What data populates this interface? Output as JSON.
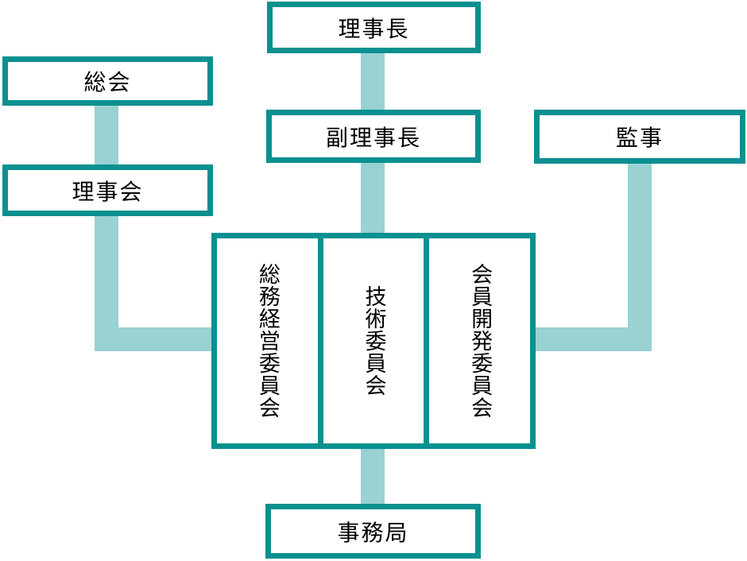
{
  "diagram": {
    "type": "organization-chart",
    "language": "ja",
    "colors": {
      "box_border": "#0a9090",
      "connector": "#9ad1d2",
      "text": "#000000",
      "background": "#ffffff"
    }
  },
  "nodes": {
    "chairman": {
      "label": "理事長"
    },
    "general_meeting": {
      "label": "総会"
    },
    "vice_chairman": {
      "label": "副理事長"
    },
    "auditor": {
      "label": "監事"
    },
    "board": {
      "label": "理事会"
    },
    "committee_general_affairs": {
      "label": "総務経営委員会",
      "orientation": "vertical"
    },
    "committee_technical": {
      "label": "技術委員会",
      "orientation": "vertical"
    },
    "committee_member_development": {
      "label": "会員開発委員会",
      "orientation": "vertical"
    },
    "secretariat": {
      "label": "事務局"
    }
  },
  "connections": [
    {
      "from": "理事長",
      "to": "副理事長"
    },
    {
      "from": "総会",
      "to": "理事会"
    },
    {
      "from": "副理事長",
      "to": "委員会"
    },
    {
      "from": "理事会",
      "to": "委員会"
    },
    {
      "from": "監事",
      "to": "委員会"
    },
    {
      "from": "委員会",
      "to": "事務局"
    }
  ]
}
